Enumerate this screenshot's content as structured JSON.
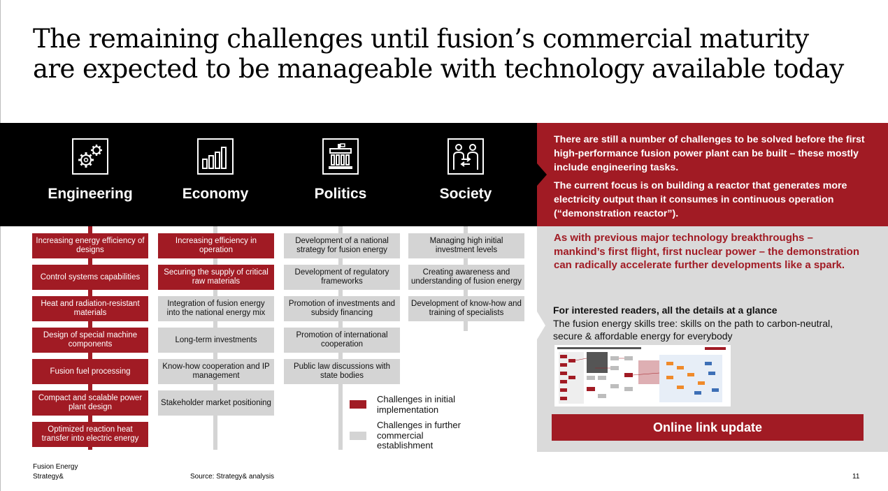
{
  "title": {
    "line1": "The remaining challenges until fusion’s commercial maturity",
    "line2": "are expected to be manageable with technology available today"
  },
  "colors": {
    "accent_red": "#a11b24",
    "grey_box": "#d4d4d4",
    "black_band": "#000000",
    "panel_grey": "#dadada"
  },
  "categories": [
    {
      "label": "Engineering",
      "icon": "gears-icon"
    },
    {
      "label": "Economy",
      "icon": "bar-chart-icon"
    },
    {
      "label": "Politics",
      "icon": "government-building-icon"
    },
    {
      "label": "Society",
      "icon": "people-exchange-icon"
    }
  ],
  "columns": [
    {
      "boxes": [
        {
          "text": "Increasing energy efficiency of designs",
          "type": "initial"
        },
        {
          "text": "Control systems capabilities",
          "type": "initial"
        },
        {
          "text": "Heat and radiation-resistant materials",
          "type": "initial"
        },
        {
          "text": "Design of special machine components",
          "type": "initial"
        },
        {
          "text": "Fusion fuel processing",
          "type": "initial"
        },
        {
          "text": "Compact and scalable power plant design",
          "type": "initial"
        },
        {
          "text": "Optimized reaction heat transfer into electric energy",
          "type": "initial"
        }
      ]
    },
    {
      "boxes": [
        {
          "text": "Increasing efficiency in operation",
          "type": "initial"
        },
        {
          "text": "Securing the supply of critical  raw materials",
          "type": "initial"
        },
        {
          "text": "Integration of fusion energy into the national energy mix",
          "type": "further"
        },
        {
          "text": "Long-term investments",
          "type": "further"
        },
        {
          "text": "Know-how cooperation and IP management",
          "type": "further"
        },
        {
          "text": "Stakeholder market positioning",
          "type": "further"
        }
      ]
    },
    {
      "boxes": [
        {
          "text": "Development of a national strategy for fusion energy",
          "type": "further"
        },
        {
          "text": "Development of regulatory frameworks",
          "type": "further"
        },
        {
          "text": "Promotion of investments and subsidy financing",
          "type": "further"
        },
        {
          "text": "Promotion of international cooperation",
          "type": "further"
        },
        {
          "text": "Public law discussions with state bodies",
          "type": "further"
        }
      ]
    },
    {
      "boxes": [
        {
          "text": "Managing high initial investment levels",
          "type": "further"
        },
        {
          "text": "Creating awareness and understanding of fusion energy",
          "type": "further"
        },
        {
          "text": "Development of know-how and training of specialists",
          "type": "further"
        }
      ]
    }
  ],
  "legend": {
    "initial": "Challenges in initial implementation",
    "further": "Challenges in further commercial establishment"
  },
  "panel": {
    "p1": "There are still a number of challenges to be solved before the first high-performance fusion power plant can be built – these mostly include engineering tasks.",
    "p2": "The current focus is on building a reactor that generates more electricity output than it consumes in continuous operation (“demonstration reactor”).",
    "p3": "As with previous major technology breakthroughs – mankind’s first flight, first nuclear power – the demonstration can radically accelerate further developments like a spark.",
    "interest_heading": "For interested readers, all the details at a glance",
    "interest_text": "The fusion energy skills tree: skills on the path to carbon-neutral, secure & affordable energy for everybody",
    "link_label": "Online link update"
  },
  "footer": {
    "line1": "Fusion Energy",
    "line2": "Strategy&",
    "source": "Source: Strategy& analysis",
    "page": "11"
  }
}
